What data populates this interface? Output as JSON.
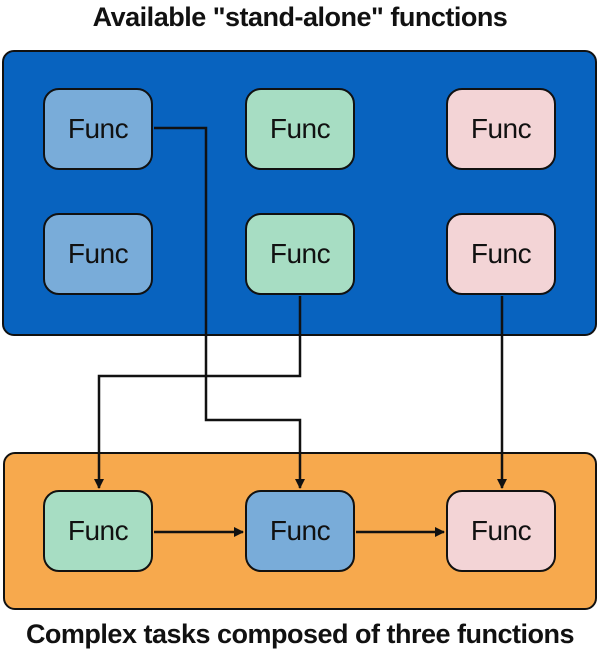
{
  "top_title": "Available \"stand-alone\" functions",
  "bottom_title": "Complex tasks composed of three functions",
  "palette": {
    "panel_top": "#0863bf",
    "panel_bottom": "#f7a94d",
    "func_blue": "#79acd9",
    "func_green": "#a7ddc3",
    "func_pink": "#f3d4d6",
    "line": "#111111"
  },
  "functions": {
    "top_row": [
      {
        "label": "Func",
        "color": "blue"
      },
      {
        "label": "Func",
        "color": "green"
      },
      {
        "label": "Func",
        "color": "pink"
      }
    ],
    "middle_row": [
      {
        "label": "Func",
        "color": "blue"
      },
      {
        "label": "Func",
        "color": "green"
      },
      {
        "label": "Func",
        "color": "pink"
      }
    ],
    "composed": [
      {
        "label": "Func",
        "color": "green"
      },
      {
        "label": "Func",
        "color": "blue"
      },
      {
        "label": "Func",
        "color": "pink"
      }
    ]
  },
  "connections": [
    {
      "from": "top-row blue",
      "to": "composed blue"
    },
    {
      "from": "middle-row green",
      "to": "composed green"
    },
    {
      "from": "middle-row pink",
      "to": "composed pink"
    },
    {
      "from": "composed green",
      "to": "composed blue"
    },
    {
      "from": "composed blue",
      "to": "composed pink"
    }
  ]
}
